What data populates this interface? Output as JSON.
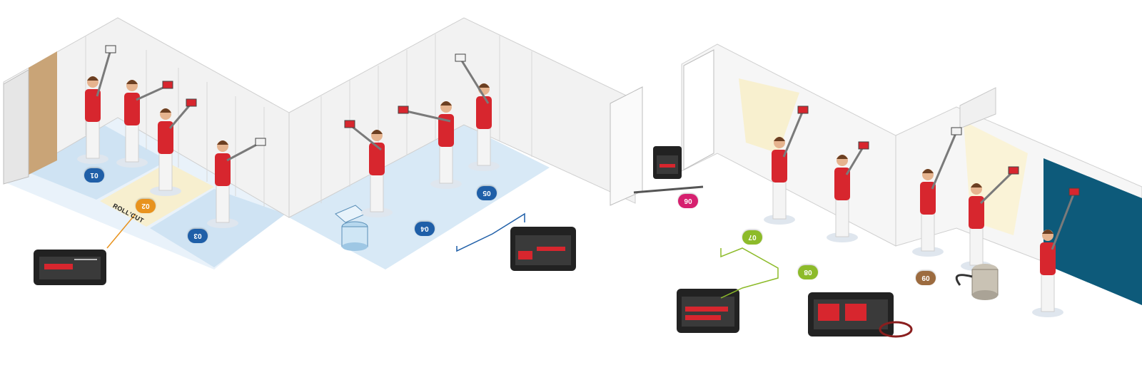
{
  "steps": [
    {
      "number": "01",
      "color": "#1f5fa8"
    },
    {
      "number": "02",
      "color": "#e8931e"
    },
    {
      "number": "03",
      "color": "#1f5fa8"
    },
    {
      "number": "04",
      "color": "#1f5fa8"
    },
    {
      "number": "05",
      "color": "#1f5fa8"
    },
    {
      "number": "06",
      "color": "#d6206f"
    },
    {
      "number": "07",
      "color": "#8dbb2a"
    },
    {
      "number": "08",
      "color": "#8dbb2a"
    },
    {
      "number": "09",
      "color": "#9c6b3f"
    }
  ],
  "tool_label": "ROLL'CUT",
  "colors": {
    "accent_red": "#d7262e",
    "floor_blue": "#cfe3f3",
    "floor_yellow": "#f7efcf",
    "dark_wall": "#0d5a7a",
    "case_black": "#222222"
  }
}
